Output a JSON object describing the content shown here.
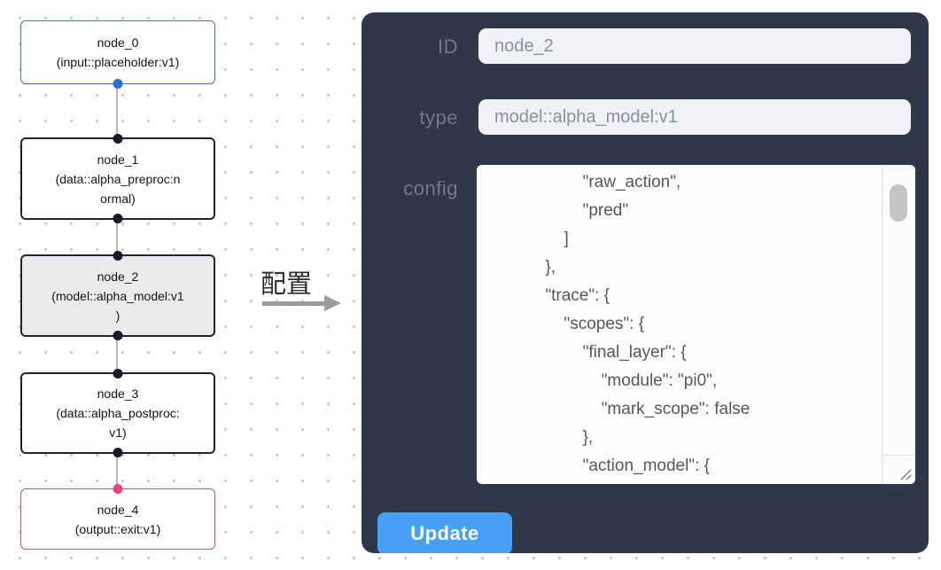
{
  "colors": {
    "panel_bg": "#2e3849",
    "field_bg": "#eff1f5",
    "field_text": "#8a909c",
    "label_text": "#6f7a8b",
    "button_bg": "#47a0f6",
    "button_text": "#ffffff",
    "node_border": "#1f2531",
    "node_selected_bg": "#ebebed",
    "input_node_border": "#3f6ed0",
    "output_node_border": "#ec417a",
    "handle_dark": "#161c28",
    "handle_blue": "#2f6bd7",
    "handle_pink": "#ec417a",
    "edge": "#b4b4b4",
    "dot_grid": "#c3c6cd",
    "code_text": "#53585f",
    "arrow": "#9b9b9b"
  },
  "flow": {
    "nodes": [
      {
        "name": "node_0",
        "label": "node_0\n(input::placeholder:v1)"
      },
      {
        "name": "node_1",
        "label": "node_1\n(data::alpha_preproc:n\normal)"
      },
      {
        "name": "node_2",
        "label": "node_2\n(model::alpha_model:v1\n)"
      },
      {
        "name": "node_3",
        "label": "node_3\n(data::alpha_postproc:\nv1)"
      },
      {
        "name": "node_4",
        "label": "node_4\n(output::exit:v1)"
      }
    ]
  },
  "transition": {
    "label": "配置"
  },
  "panel": {
    "fields": {
      "id": {
        "label": "ID",
        "value": "node_2"
      },
      "type": {
        "label": "type",
        "value": "model::alpha_model:v1"
      },
      "config": {
        "label": "config",
        "value": "                    \"raw_action\",\n                    \"pred\"\n                ]\n            },\n            \"trace\": {\n                \"scopes\": {\n                    \"final_layer\": {\n                        \"module\": \"pi0\",\n                        \"mark_scope\": false\n                    },\n                    \"action_model\": {"
      }
    },
    "update_button": "Update"
  }
}
